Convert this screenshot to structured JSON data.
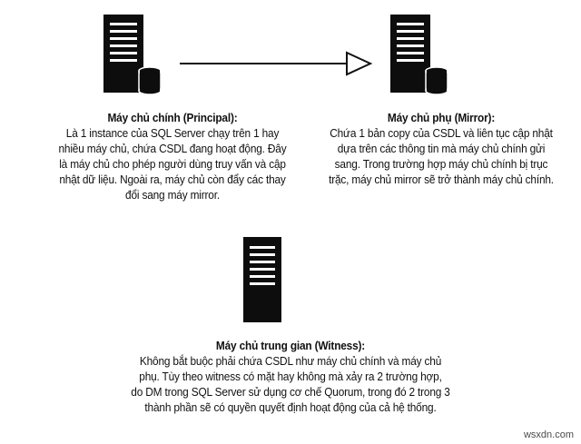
{
  "principal": {
    "title": "Máy chủ chính (Principal):",
    "body": "Là 1 instance của SQL Server chạy trên 1 hay\nnhiều máy chủ, chứa CSDL đang hoạt động. Đây\nlà máy chủ cho phép người dùng truy vấn và cập\nnhật dữ liệu. Ngoài ra, máy chủ còn đẩy các thay\nđổi sang máy mirror."
  },
  "mirror": {
    "title": "Máy chủ phụ (Mirror):",
    "body": "Chứa 1 bản copy của CSDL và liên tục cập nhật\ndựa trên các thông tin mà máy chủ chính gửi\nsang. Trong trường hợp máy chủ chính bị trục\ntrặc, máy chủ mirror sẽ trở thành máy chủ chính."
  },
  "witness": {
    "title": "Máy chủ trung gian (Witness):",
    "body": "Không bắt buộc phải chứa CSDL như máy chủ chính và máy chủ\nphụ. Tùy theo witness có mặt hay không mà xảy ra 2 trường hợp,\ndo DM trong SQL Server sử dụng cơ chế Quorum, trong đó 2 trong 3\nthành phần sẽ có quyền quyết định hoạt động của cả hệ thống."
  },
  "watermark": "wsxdn.com",
  "colors": {
    "ink": "#111111",
    "server_fill": "#0d0d0d",
    "slot": "#ffffff"
  },
  "icons": [
    "server-with-database-icon",
    "server-with-database-icon",
    "server-icon",
    "right-arrow-icon"
  ]
}
